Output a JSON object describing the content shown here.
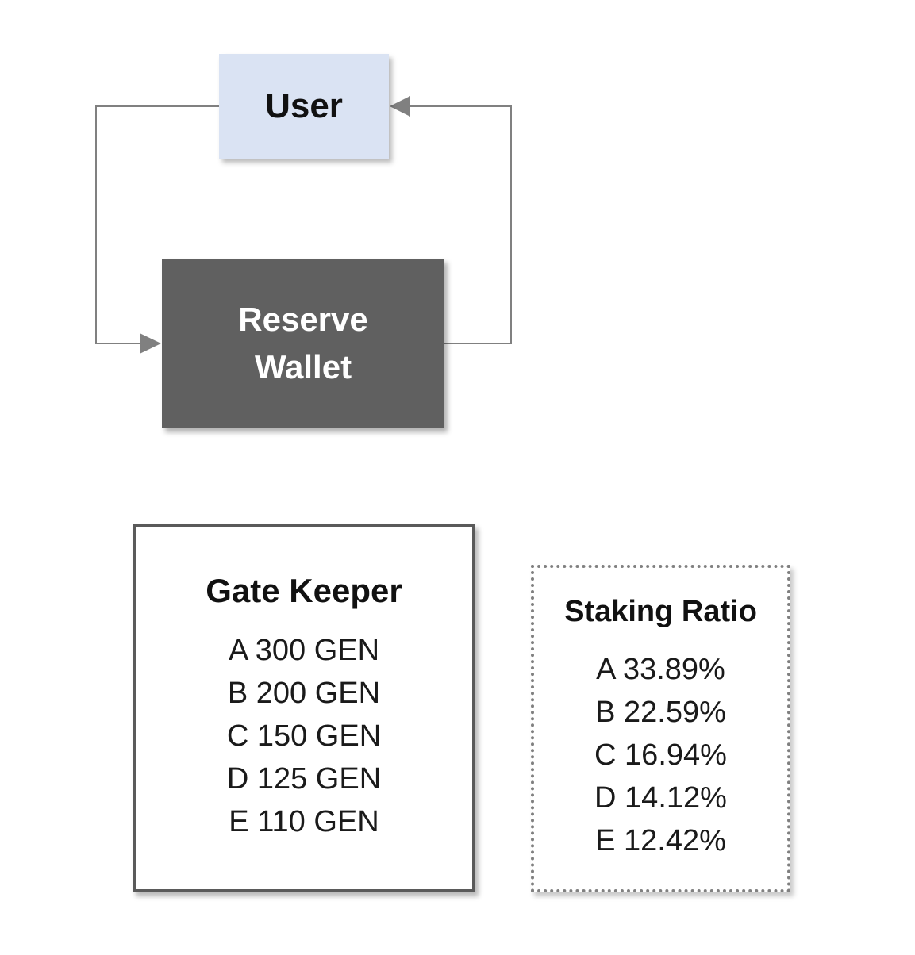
{
  "nodes": {
    "user": "User",
    "reserve_wallet": [
      "Reserve",
      "Wallet"
    ]
  },
  "gate_keeper": {
    "title": "Gate Keeper",
    "items": [
      "A 300 GEN",
      "B 200 GEN",
      "C 150 GEN",
      "D 125 GEN",
      "E 110 GEN"
    ]
  },
  "staking_ratio": {
    "title": "Staking Ratio",
    "items": [
      "A 33.89%",
      "B 22.59%",
      "C 16.94%",
      "D 14.12%",
      "E 12.42%"
    ]
  },
  "colors": {
    "user_fill": "#dae3f3",
    "reserve_fill": "#606060",
    "connector": "#808080",
    "border": "#5a5a5a"
  }
}
